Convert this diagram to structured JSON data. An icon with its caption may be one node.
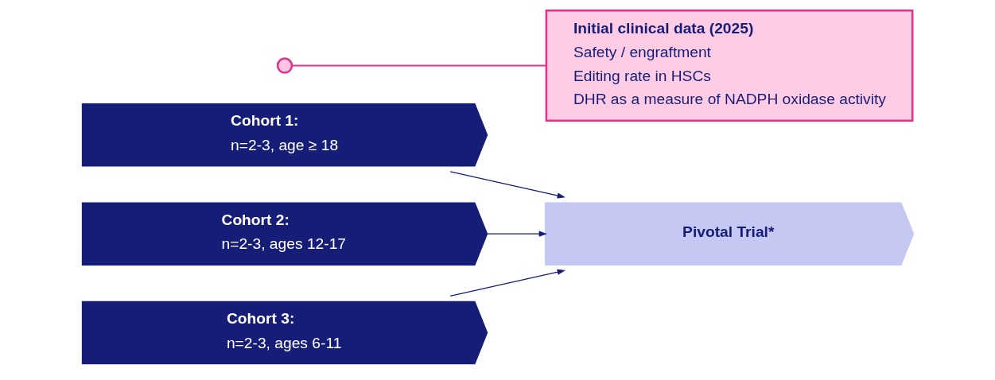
{
  "diagram": {
    "nodes": [
      {
        "text": [
          "Cohort 1:",
          "n=2-3, age ≥ 18"
        ]
      },
      {
        "text": [
          "Pivotal Trial*"
        ]
      },
      {
        "text": [
          "Cohort 2:",
          "n=2-3, ages 12-17"
        ]
      },
      {
        "text": [
          "Cohort 3:",
          "n=2-3, ages 6-11"
        ]
      },
      {
        "text": [],
        "shape": "circle"
      },
      {
        "text": [
          "Initial clinical data (2025)",
          "Safety / engraftment",
          "Editing rate in HSCs",
          "DHR as a measure of NADPH oxidase activity"
        ]
      }
    ],
    "edges": [
      {
        "from": 0,
        "to": 1,
        "arrow": "to"
      },
      {
        "from": 2,
        "to": 1,
        "arrow": "to"
      },
      {
        "from": 3,
        "to": 1,
        "arrow": "to"
      },
      {
        "from": 4,
        "to": 5,
        "arrow": "none",
        "color": "#e0338a"
      }
    ]
  }
}
